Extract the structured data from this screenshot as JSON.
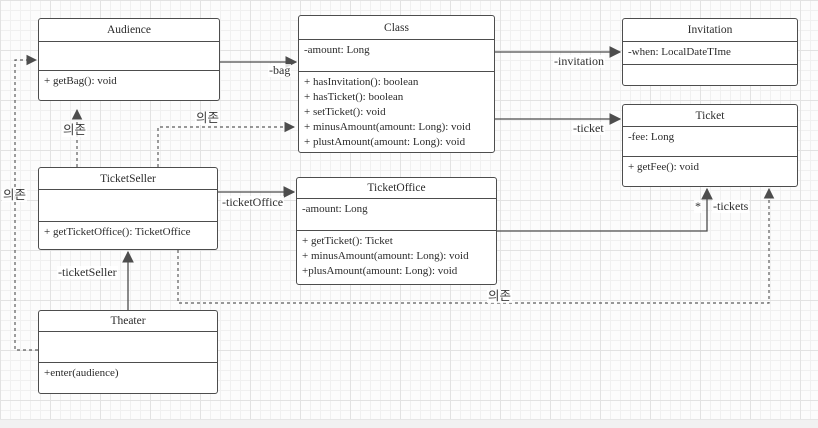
{
  "diagram": {
    "classes": {
      "audience": {
        "title": "Audience",
        "attributes": [],
        "methods": [
          "+ getBag(): void"
        ]
      },
      "class1": {
        "title": "Class",
        "attributes": [
          "-amount: Long"
        ],
        "methods": [
          "+ hasInvitation(): boolean",
          "+ hasTicket(): boolean",
          "+ setTicket(): void",
          "+ minusAmount(amount: Long): void",
          "+ plustAmount(amount: Long): void"
        ]
      },
      "invitation": {
        "title": "Invitation",
        "attributes": [
          "-when: LocalDateTIme"
        ],
        "methods": []
      },
      "ticket": {
        "title": "Ticket",
        "attributes": [
          "-fee: Long"
        ],
        "methods": [
          "+ getFee(): void"
        ]
      },
      "ticket_seller": {
        "title": "TicketSeller",
        "attributes": [],
        "methods": [
          "+ getTicketOffice(): TicketOffice"
        ]
      },
      "ticket_office": {
        "title": "TicketOffice",
        "attributes": [
          "-amount: Long"
        ],
        "methods": [
          "+ getTicket(): Ticket",
          "+ minusAmount(amount: Long): void",
          "+plusAmount(amount: Long): void"
        ]
      },
      "theater": {
        "title": "Theater",
        "attributes": [],
        "methods": [
          "+enter(audience)"
        ]
      }
    },
    "edges": {
      "bag": {
        "label": "-bag"
      },
      "invitation": {
        "label": "-invitation"
      },
      "ticket": {
        "label": "-ticket"
      },
      "ticket_office": {
        "label": "-ticketOffice"
      },
      "ticket_seller": {
        "label": "-ticketSeller"
      },
      "tickets": {
        "label": "-tickets",
        "multiplicity": "*"
      },
      "dep_seller_audience": {
        "label": "의존"
      },
      "dep_seller_class": {
        "label": "의존"
      },
      "dep_seller_ticket": {
        "label": "의존"
      },
      "dep_theater_audience": {
        "label": "의존"
      }
    },
    "colors": {
      "node_fill": "#ffffff",
      "node_border": "#4d4d4d",
      "edge": "#4d4d4d",
      "text": "#2b2b2b",
      "grid_minor": "#f0f0f0",
      "grid_major": "#e2e2e2"
    }
  }
}
